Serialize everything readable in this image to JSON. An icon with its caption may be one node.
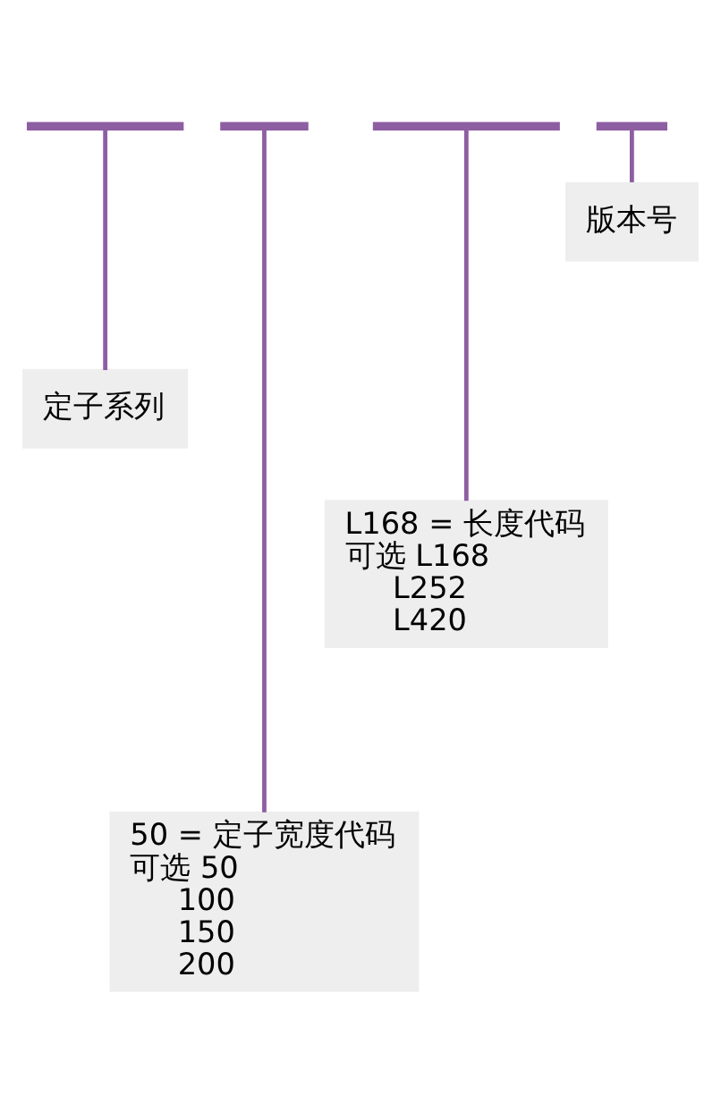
{
  "diagram": {
    "nodes": [
      {
        "text": [],
        "shape": "bar"
      },
      {
        "text": [],
        "shape": "bar"
      },
      {
        "text": [],
        "shape": "bar"
      },
      {
        "text": [],
        "shape": "bar"
      },
      {
        "text": [
          "版本号"
        ]
      },
      {
        "text": [
          "定子系列"
        ]
      },
      {
        "text": [
          "L168 = 长度代码",
          "可选 L168",
          "L252",
          "L420"
        ]
      },
      {
        "text": [
          "50 = 定子宽度代码",
          "可选 50",
          "100",
          "150",
          "200"
        ]
      }
    ],
    "edges": [
      {
        "from": 0,
        "to": 5,
        "arrow": "none"
      },
      {
        "from": 1,
        "to": 7,
        "arrow": "none"
      },
      {
        "from": 2,
        "to": 6,
        "arrow": "none"
      },
      {
        "from": 3,
        "to": 4,
        "arrow": "none"
      }
    ]
  }
}
